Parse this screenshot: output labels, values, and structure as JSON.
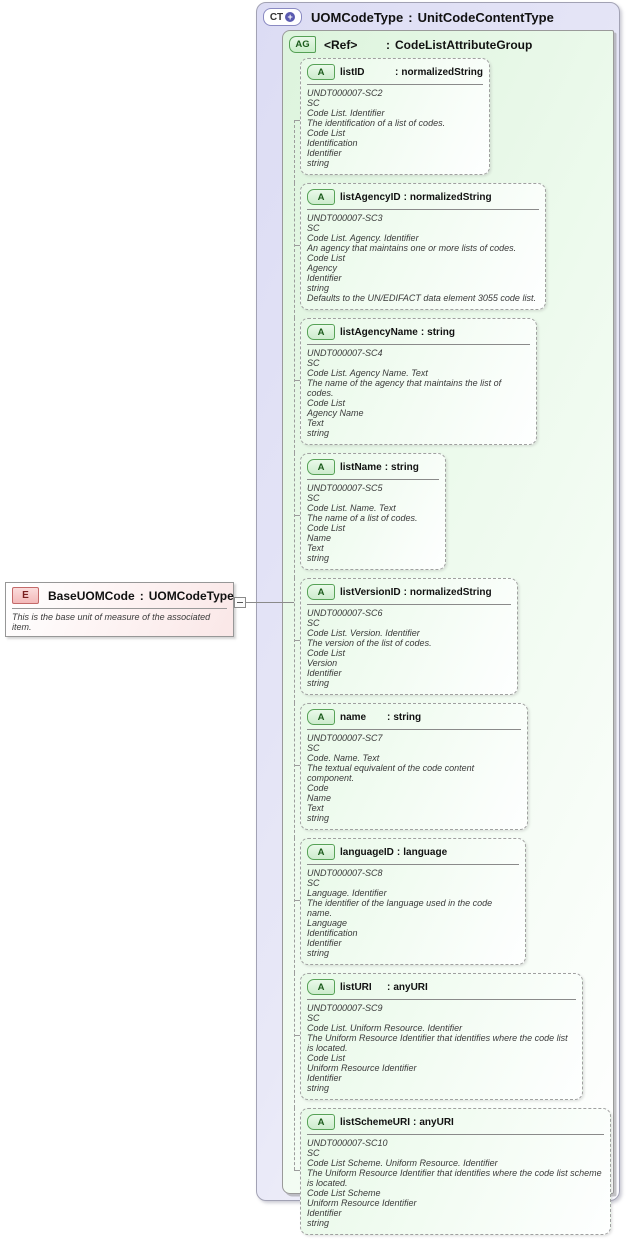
{
  "labels": {
    "colon": ":"
  },
  "icons": {
    "composite_plus": "+"
  },
  "complex_type": {
    "badge": "CT",
    "name": "UOMCodeType",
    "type": "UnitCodeContentType"
  },
  "attribute_group": {
    "badge": "AG",
    "name": "<Ref>",
    "type": "CodeListAttributeGroup",
    "attributes": [
      {
        "badge": "A",
        "name": "listID",
        "type": "normalizedString",
        "doc": "UNDT000007-SC2\nSC\nCode List. Identifier\nThe identification of a list of codes.\nCode List\nIdentification\nIdentifier\nstring"
      },
      {
        "badge": "A",
        "name": "listAgencyID",
        "type": "normalizedString",
        "doc": "UNDT000007-SC3\nSC\nCode List. Agency. Identifier\nAn agency that maintains one or more lists of codes.\nCode List\nAgency\nIdentifier\nstring\nDefaults to the UN/EDIFACT data element 3055 code list."
      },
      {
        "badge": "A",
        "name": "listAgencyName",
        "type": "string",
        "doc": "UNDT000007-SC4\nSC\nCode List. Agency Name. Text\nThe name of the agency that maintains the list of codes.\nCode List\nAgency Name\nText\nstring"
      },
      {
        "badge": "A",
        "name": "listName",
        "type": "string",
        "doc": "UNDT000007-SC5\nSC\nCode List. Name. Text\nThe name of a list of codes.\nCode List\nName\nText\nstring"
      },
      {
        "badge": "A",
        "name": "listVersionID",
        "type": "normalizedString",
        "doc": "UNDT000007-SC6\nSC\nCode List. Version. Identifier\nThe version of the list of codes.\nCode List\nVersion\nIdentifier\nstring"
      },
      {
        "badge": "A",
        "name": "name",
        "type": "string",
        "doc": "UNDT000007-SC7\nSC\nCode. Name. Text\nThe textual equivalent of the code content component.\nCode\nName\nText\nstring"
      },
      {
        "badge": "A",
        "name": "languageID",
        "type": "language",
        "doc": "UNDT000007-SC8\nSC\nLanguage. Identifier\nThe identifier of the language used in the code name.\nLanguage\nIdentification\nIdentifier\nstring"
      },
      {
        "badge": "A",
        "name": "listURI",
        "type": "anyURI",
        "doc": "UNDT000007-SC9\nSC\nCode List. Uniform Resource. Identifier\nThe Uniform Resource Identifier that identifies where the code list is located.\nCode List\nUniform Resource Identifier\nIdentifier\nstring"
      },
      {
        "badge": "A",
        "name": "listSchemeURI",
        "type": "anyURI",
        "doc": "UNDT000007-SC10\nSC\nCode List Scheme. Uniform Resource. Identifier\nThe Uniform Resource Identifier that identifies where the code list scheme is located.\nCode List Scheme\nUniform Resource Identifier\nIdentifier\nstring"
      }
    ]
  },
  "element": {
    "badge": "E",
    "name": "BaseUOMCode",
    "type": "UOMCodeType",
    "annotation": "This is the base unit of measure of the associated item."
  }
}
